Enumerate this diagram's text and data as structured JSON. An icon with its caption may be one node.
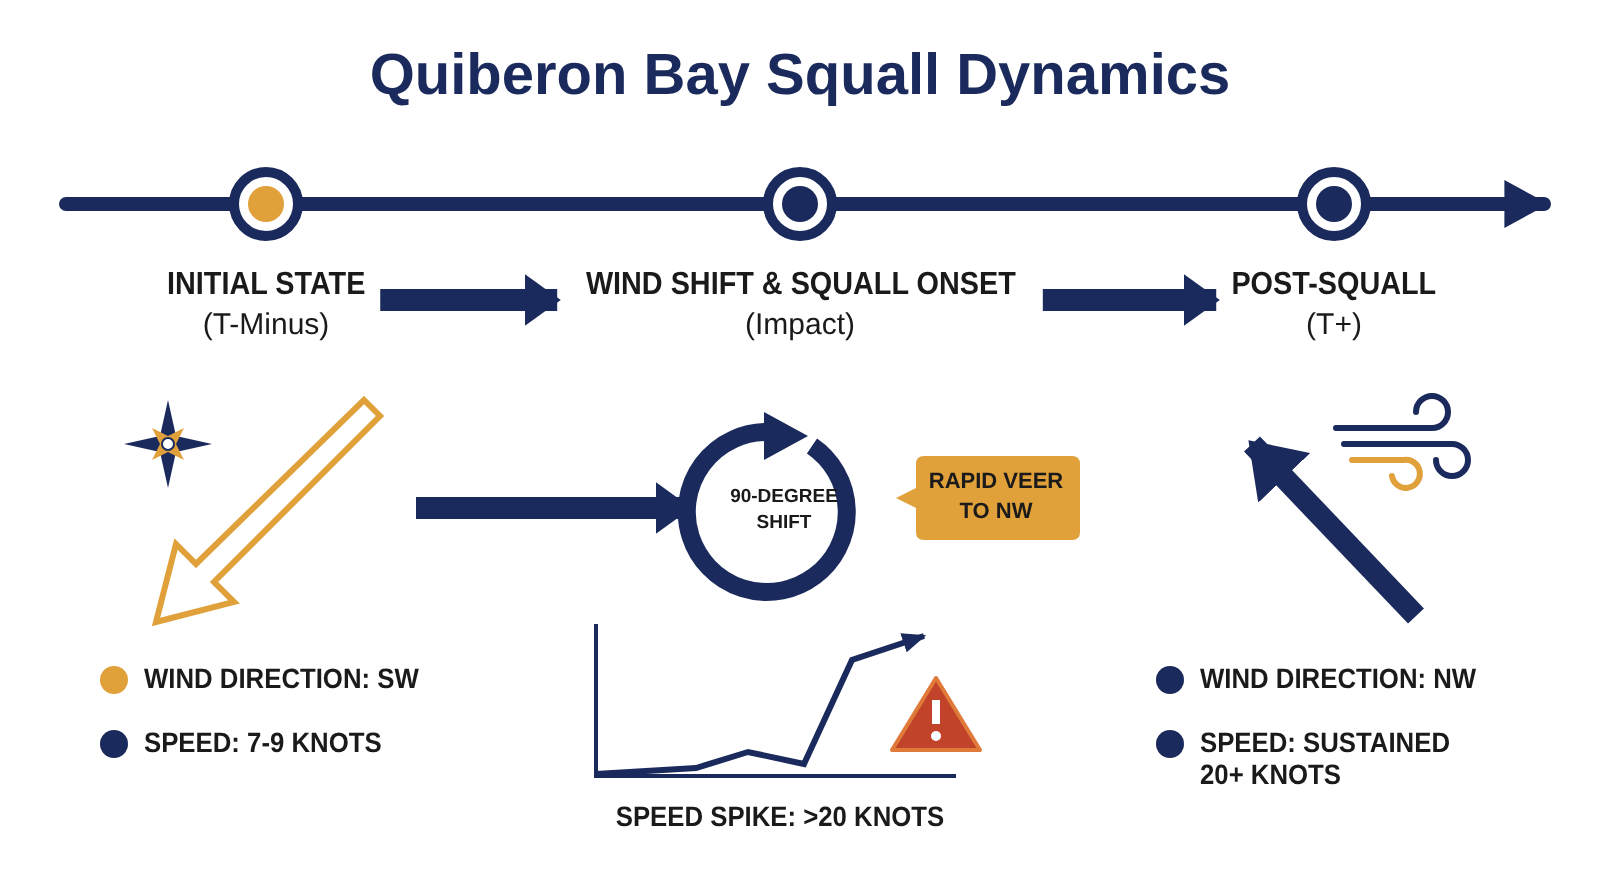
{
  "diagram": {
    "title": "Quiberon Bay Squall Dynamics",
    "nodes": [
      {
        "text": [
          "INITIAL STATE",
          "(T-Minus)"
        ]
      },
      {
        "text": [
          "WIND SHIFT & SQUALL ONSET",
          "(Impact)"
        ]
      },
      {
        "text": [
          "POST-SQUALL",
          "(T+)"
        ]
      },
      {
        "text": [
          "90-DEGREE SHIFT"
        ]
      },
      {
        "text": [
          "RAPID VEER TO NW"
        ]
      }
    ],
    "edges": [
      {
        "from": 0,
        "to": 1,
        "arrow": "to"
      },
      {
        "from": 1,
        "to": 2,
        "arrow": "to"
      },
      {
        "from": null,
        "to": 3,
        "arrow": "to"
      }
    ],
    "labels": [
      "WIND DIRECTION: SW",
      "SPEED: 7-9 KNOTS",
      "SPEED SPIKE: >20 KNOTS",
      "WIND DIRECTION: NW",
      "SPEED: SUSTAINED 20+ KNOTS"
    ]
  }
}
